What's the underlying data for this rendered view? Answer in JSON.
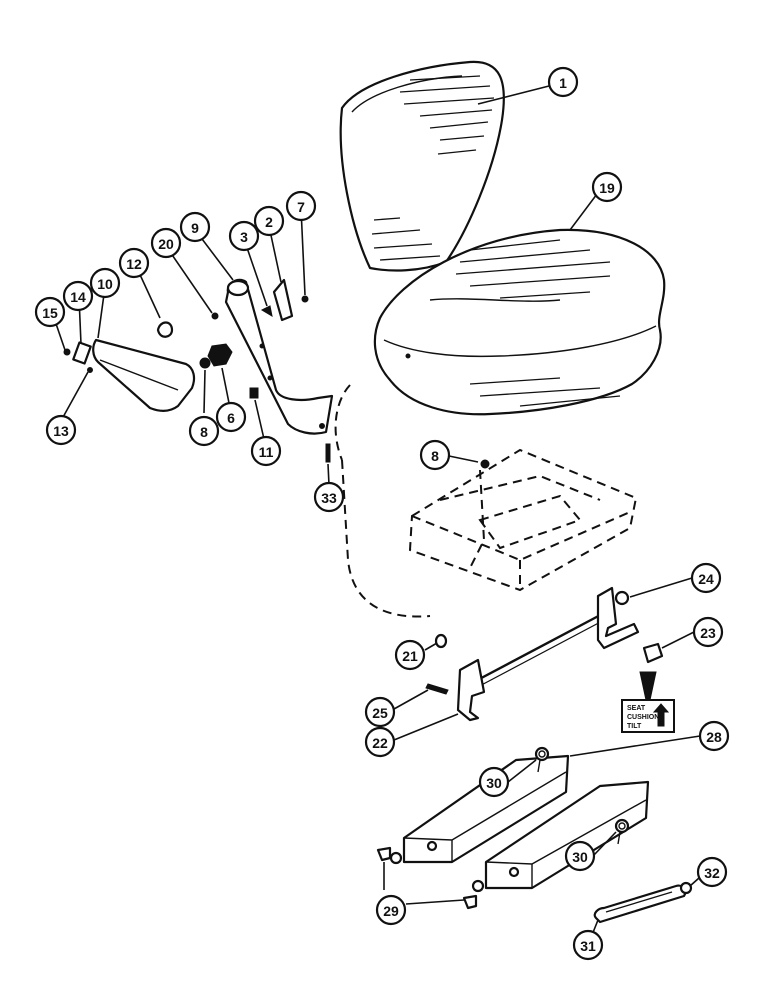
{
  "diagram": {
    "callouts": {
      "c1": "1",
      "c19": "19",
      "c9": "9",
      "c2": "2",
      "c7": "7",
      "c3": "3",
      "c20": "20",
      "c12": "12",
      "c10": "10",
      "c14": "14",
      "c15": "15",
      "c13": "13",
      "c8a": "8",
      "c6": "6",
      "c11": "11",
      "c33": "33",
      "c8b": "8",
      "c24": "24",
      "c23": "23",
      "c21": "21",
      "c25": "25",
      "c22": "22",
      "c28": "28",
      "c30a": "30",
      "c30b": "30",
      "c29": "29",
      "c32": "32",
      "c31": "31"
    },
    "decal": {
      "line1": "SEAT",
      "line2": "CUSHION",
      "line3": "TILT"
    }
  }
}
